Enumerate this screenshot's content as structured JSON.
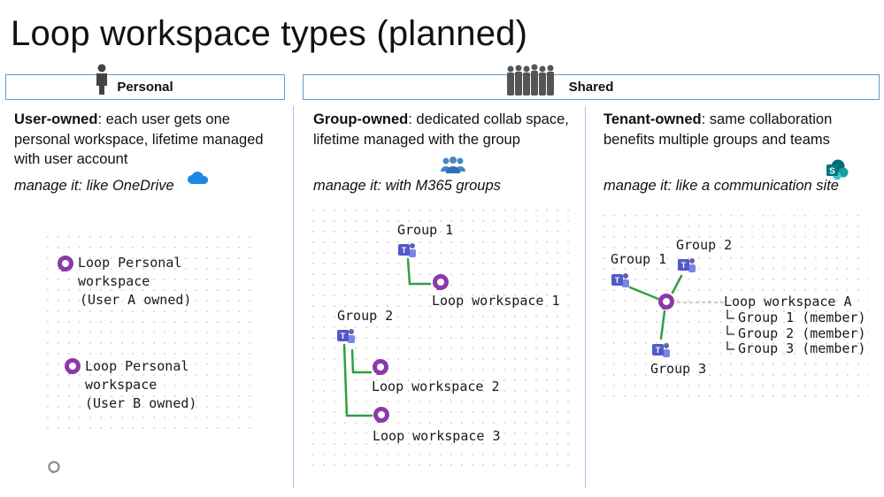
{
  "title": "Loop workspace types (planned)",
  "headers": {
    "personal": "Personal",
    "shared": "Shared"
  },
  "personal": {
    "heading": "User-owned",
    "desc": ": each user gets one personal workspace, lifetime managed with user account",
    "manage": "manage it: like OneDrive",
    "ws_a": [
      "Loop Personal",
      "workspace",
      "(User A owned)"
    ],
    "ws_b": [
      "Loop Personal",
      "workspace",
      "(User B owned)"
    ]
  },
  "group": {
    "heading": "Group-owned",
    "desc": ": dedicated collab space, lifetime managed with the group",
    "manage": "manage it: with M365 groups",
    "group1": "Group 1",
    "ws1": "Loop workspace 1",
    "group2": "Group 2",
    "ws2": "Loop workspace 2",
    "ws3": "Loop workspace 3"
  },
  "tenant": {
    "heading": "Tenant-owned",
    "desc": ": same collaboration benefits multiple groups and teams",
    "manage": "manage it: like a communication site",
    "group1": "Group 1",
    "group2": "Group 2",
    "group3": "Group 3",
    "wsA": "Loop workspace A",
    "members": [
      "Group 1 (member)",
      "Group 2 (member)",
      "Group 3 (member)"
    ]
  },
  "icons": {
    "person": "person-icon",
    "crowd": "crowd-icon",
    "onedrive": "onedrive-icon",
    "m365_groups": "m365-groups-icon",
    "sharepoint": "sharepoint-icon",
    "loop": "loop-icon",
    "teams": "teams-icon"
  },
  "colors": {
    "accent": "#5b9bd5",
    "loop": "#8b3aa8",
    "teams": "#6264a7",
    "connector": "#2ea043",
    "sharepoint": "#038387",
    "onedrive": "#1e88e5"
  }
}
